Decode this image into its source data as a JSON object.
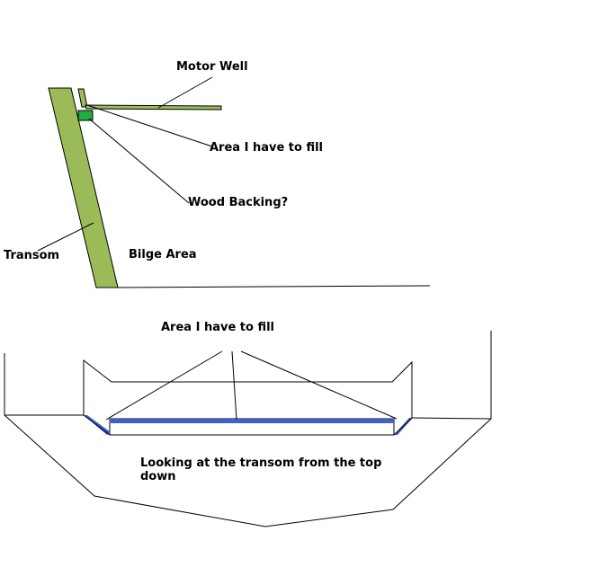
{
  "labels": {
    "motor_well": "Motor Well",
    "area_fill_side": "Area I have to fill",
    "wood_backing": "Wood Backing?",
    "transom": "Transom",
    "bilge_area": "Bilge Area",
    "area_fill_top": "Area I have to fill",
    "top_down_caption": "Looking at the transom from the top down"
  },
  "colors": {
    "transom_green": "#9bbb59",
    "wood_backing_green": "#22aa44",
    "fill_blue": "#4060c8",
    "line": "#000000",
    "background": "#ffffff"
  }
}
